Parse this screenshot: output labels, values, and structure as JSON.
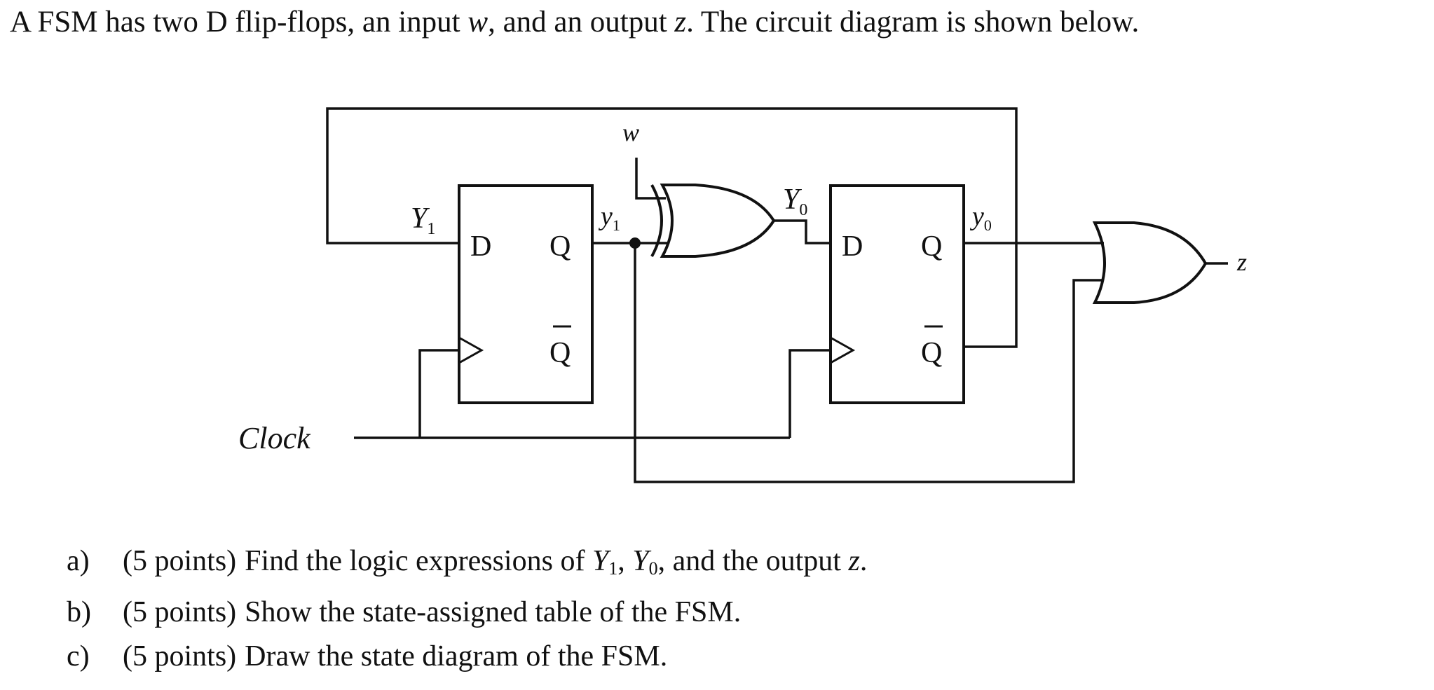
{
  "intro": {
    "part1": "A FSM has two D flip-flops, an input ",
    "input_var": "w",
    "part2": ", and an output ",
    "output_var": "z",
    "part3": ". The circuit diagram is shown below."
  },
  "diagram": {
    "input_label": "w",
    "output_label": "z",
    "clock_label": "Clock",
    "ff1": {
      "next_state_main": "Y",
      "next_state_sub": "1",
      "present_state_main": "y",
      "present_state_sub": "1",
      "d_label": "D",
      "q_label": "Q",
      "qbar_label": "Q"
    },
    "ff0": {
      "next_state_main": "Y",
      "next_state_sub": "0",
      "present_state_main": "y",
      "present_state_sub": "0",
      "d_label": "D",
      "q_label": "Q",
      "qbar_label": "Q"
    },
    "icons": {
      "ff1_clock": "clock-triangle-icon",
      "ff0_clock": "clock-triangle-icon",
      "xor_gate": "xor-gate-icon",
      "or_gate": "or-gate-icon",
      "junction": "junction-dot-icon"
    }
  },
  "questions": [
    {
      "letter": "a)",
      "points": "(5 points)",
      "text_a": "Find the logic expressions of ",
      "var1": "Y",
      "sub1": "1",
      "sep1": ", ",
      "var2": "Y",
      "sub2": "0",
      "text_b": ", and the output ",
      "var3": "z",
      "text_c": "."
    },
    {
      "letter": "b)",
      "points": "(5 points)",
      "text": "Show the state-assigned table of the FSM."
    },
    {
      "letter": "c)",
      "points": "(5 points)",
      "text": "Draw the state diagram of the FSM."
    }
  ]
}
